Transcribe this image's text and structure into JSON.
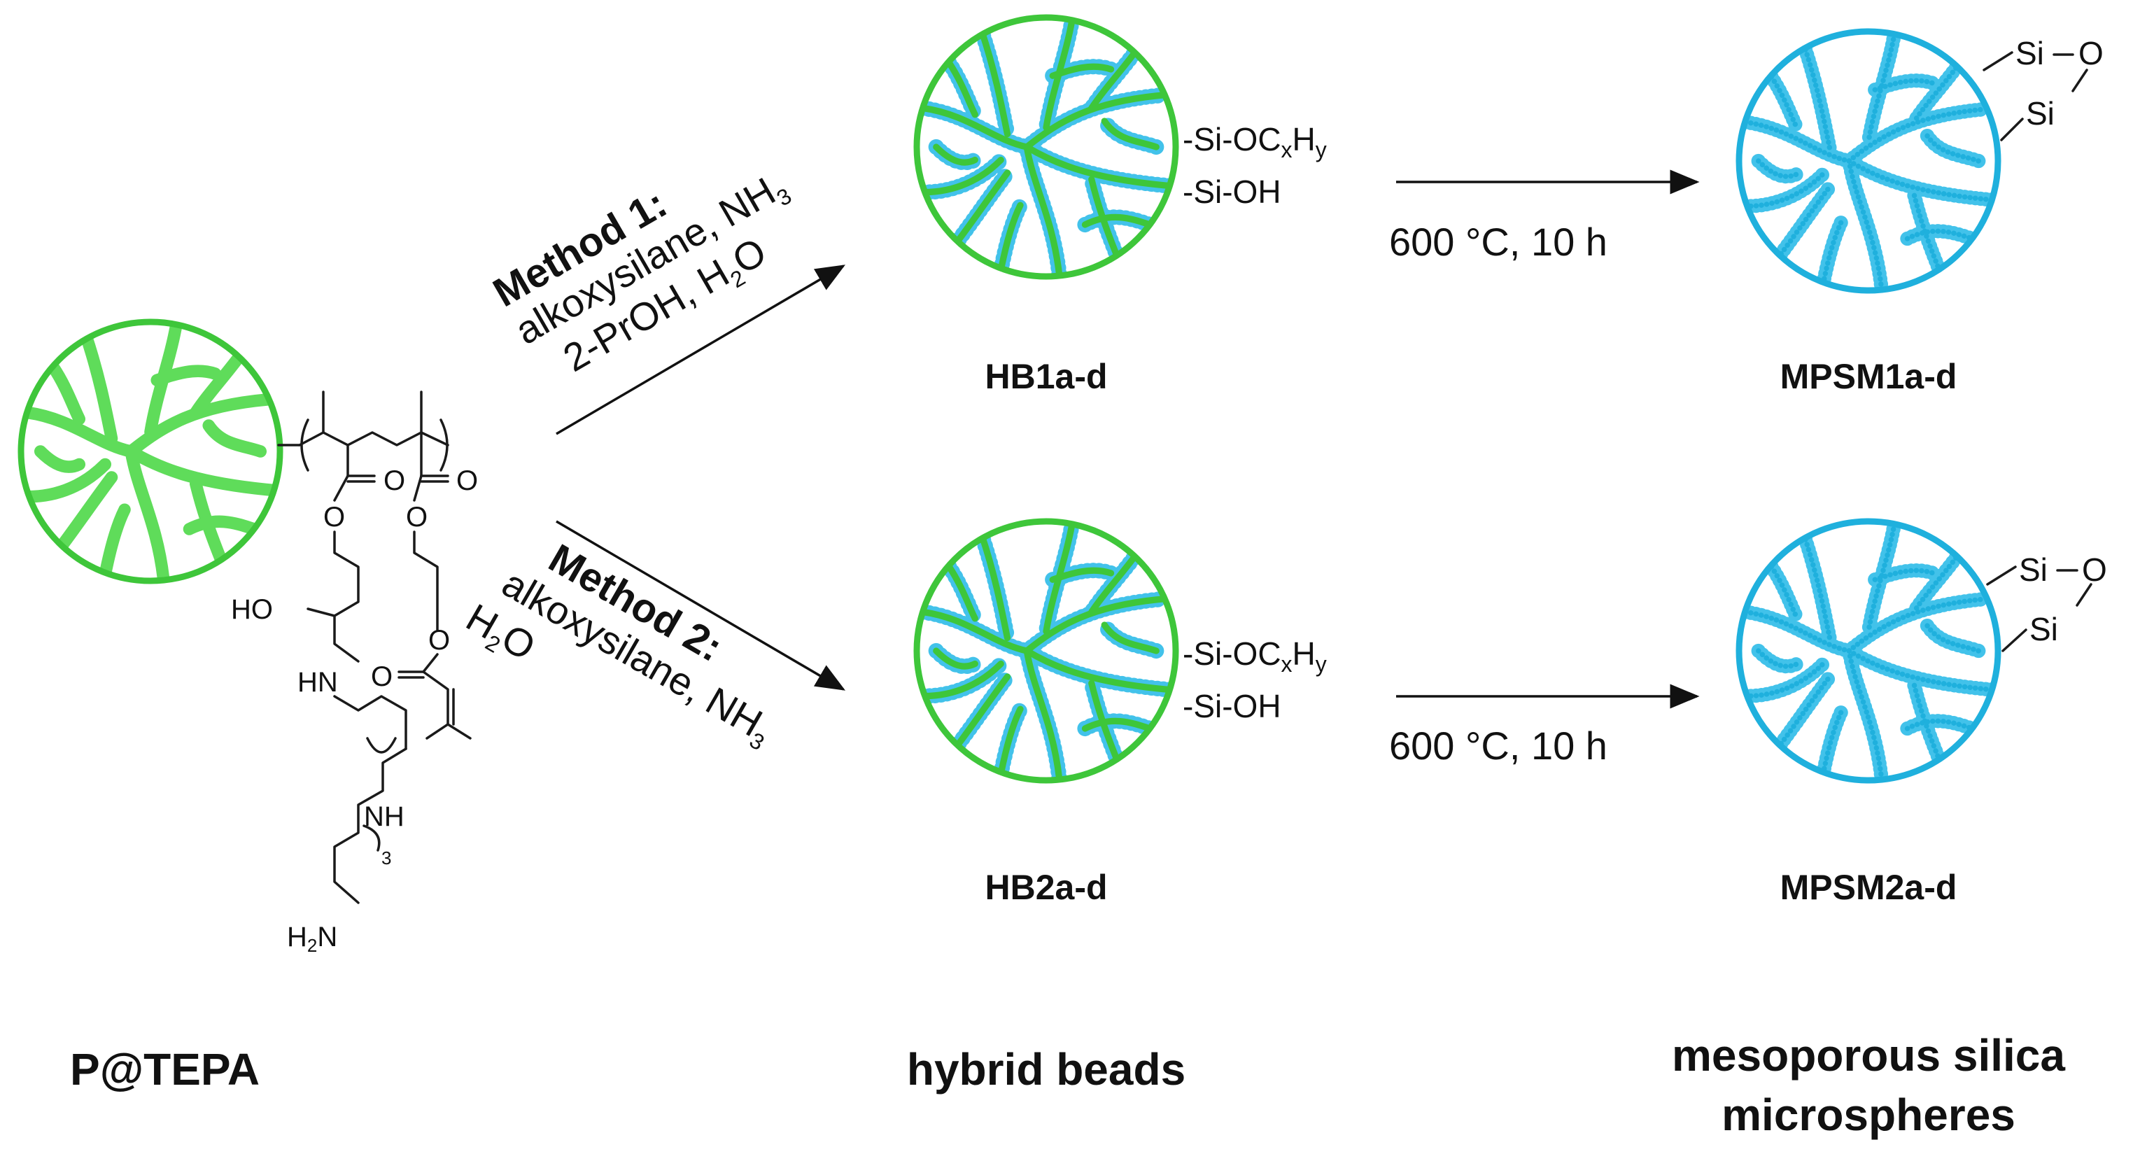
{
  "colors": {
    "polymer_green": "#3ec63a",
    "polymer_fill": "#5fdc5a",
    "silica_blue": "#1fb0dd",
    "silica_light": "#42c2ea",
    "ink": "#111111"
  },
  "captions": {
    "left": "P@TEPA",
    "middle": "hybrid beads",
    "right_line1": "mesoporous silica",
    "right_line2": "microspheres"
  },
  "method1": {
    "title": "Method 1:",
    "line1": "alkoxysilane, NH",
    "line1_sub": "3",
    "line2": "2-PrOH, H",
    "line2_sub": "2",
    "line2_end": "O"
  },
  "method2": {
    "title": "Method 2:",
    "line1": "alkoxysilane, NH",
    "line1_sub": "3",
    "line2": "H",
    "line2_sub": "2",
    "line2_end": "O"
  },
  "calcination": {
    "top": "600 °C, 10 h",
    "bottom": "600 °C, 10 h"
  },
  "labels": {
    "hb1": "HB1a-d",
    "hb2": "HB2a-d",
    "mpsm1": "MPSM1a-d",
    "mpsm2": "MPSM2a-d"
  },
  "surface": {
    "sioc": "-Si-OC",
    "sub_x": "x",
    "h": "H",
    "sub_y": "y",
    "sioh": "-Si-OH",
    "si": "Si",
    "o": "O"
  },
  "structure": {
    "o1": "O",
    "o2": "O",
    "o3": "O",
    "o4": "O",
    "o5": "O",
    "o6": "O",
    "ho": "HO",
    "hn": "HN",
    "nh": "NH",
    "sub3": "3",
    "h2n_h": "H",
    "h2n_sub": "2",
    "h2n_n": "N"
  }
}
